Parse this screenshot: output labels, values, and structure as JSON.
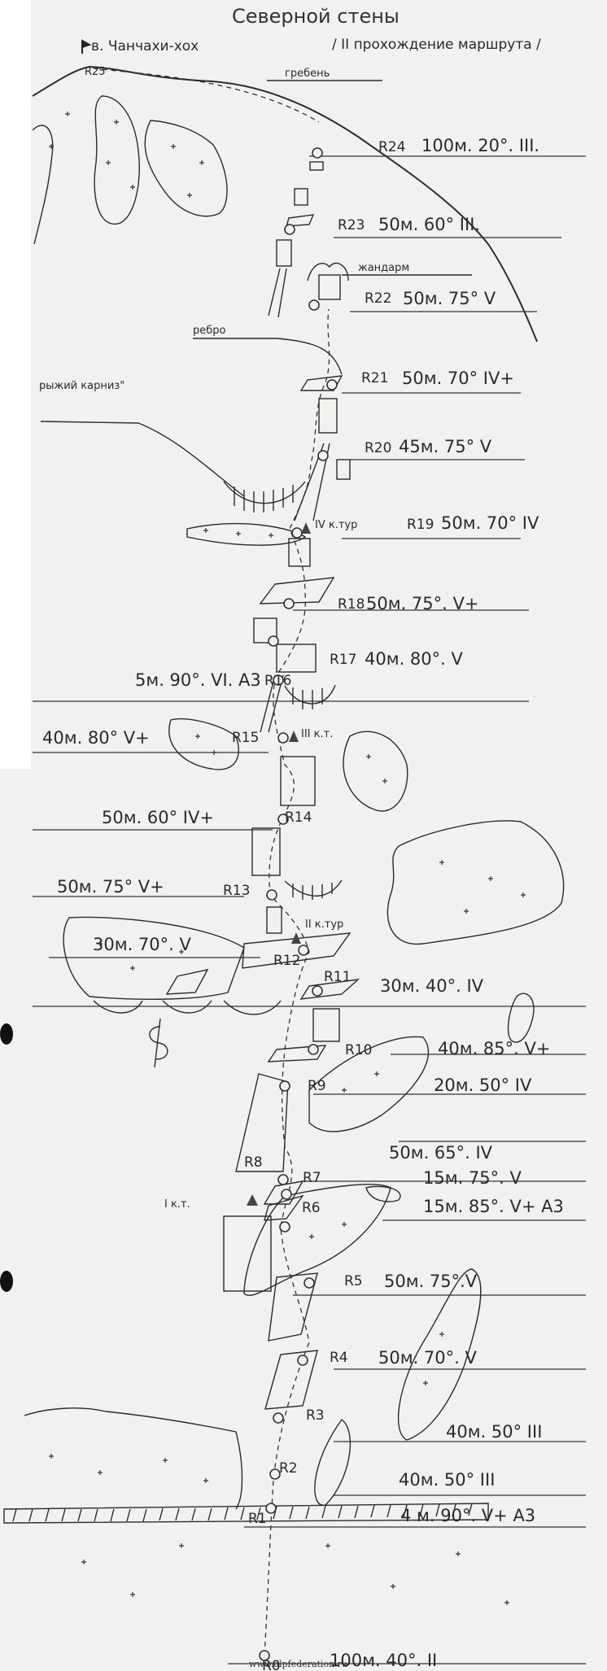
{
  "title": "Северной стены",
  "summit": "в. Чанчахи-хох",
  "route": "/ II прохождение маршрута /",
  "features": {
    "ridge": "гребень",
    "gendarme": "жандарм",
    "rib": "ребро",
    "cornice": "рыжий карниз\"",
    "cairn1": "I к.т.",
    "cairn2": "II к.тур",
    "cairn3": "III к.т.",
    "cairn4": "IV к.тур"
  },
  "points": {
    "r0": "R0",
    "r1": "R1",
    "r2": "R2",
    "r3": "R3",
    "r4": "R4",
    "r5": "R5",
    "r6": "R6",
    "r7": "R7",
    "r8": "R8",
    "r9": "R9",
    "r10": "R10",
    "r11": "R11",
    "r12": "R12",
    "r13": "R13",
    "r14": "R14",
    "r15": "R15",
    "r16": "R16",
    "r17": "R17",
    "r18": "R18",
    "r19": "R19",
    "r20": "R20",
    "r21": "R21",
    "r22": "R22",
    "r23": "R23",
    "r24": "R24",
    "r25": "R25"
  },
  "segments": {
    "s0": "100м.  40°.  II",
    "s1": "4 м. 90°. V+ A3",
    "s2": "40м.  50°   III",
    "s3": "40м. 50°  III",
    "s4": "50м.  70°. V",
    "s5": "50м.  75°.V",
    "s6": "15м. 85°. V+ A3",
    "s7": "15м.  75°.  V",
    "s8": "50м.  65°.  IV",
    "s9": "20м.  50°  IV",
    "s10": "40м.  85°.  V+",
    "s11": "30м.  40°.  IV",
    "s12": "30м. 70°. V",
    "s13": "50м. 75° V+",
    "s14": "50м. 60° IV+",
    "s15": "40м. 80° V+",
    "s16": "5м. 90°. VI. A3",
    "s17": "40м. 80°. V",
    "s18": "50м.  75°. V+",
    "s19": "50м. 70° IV",
    "s20": "45м. 75°  V",
    "s21": "50м. 70° IV+",
    "s22": "50м. 75°  V",
    "s23": "50м. 60°  III.",
    "s24": "100м.  20°.  III."
  },
  "footer": "www.alpfederation.ru"
}
